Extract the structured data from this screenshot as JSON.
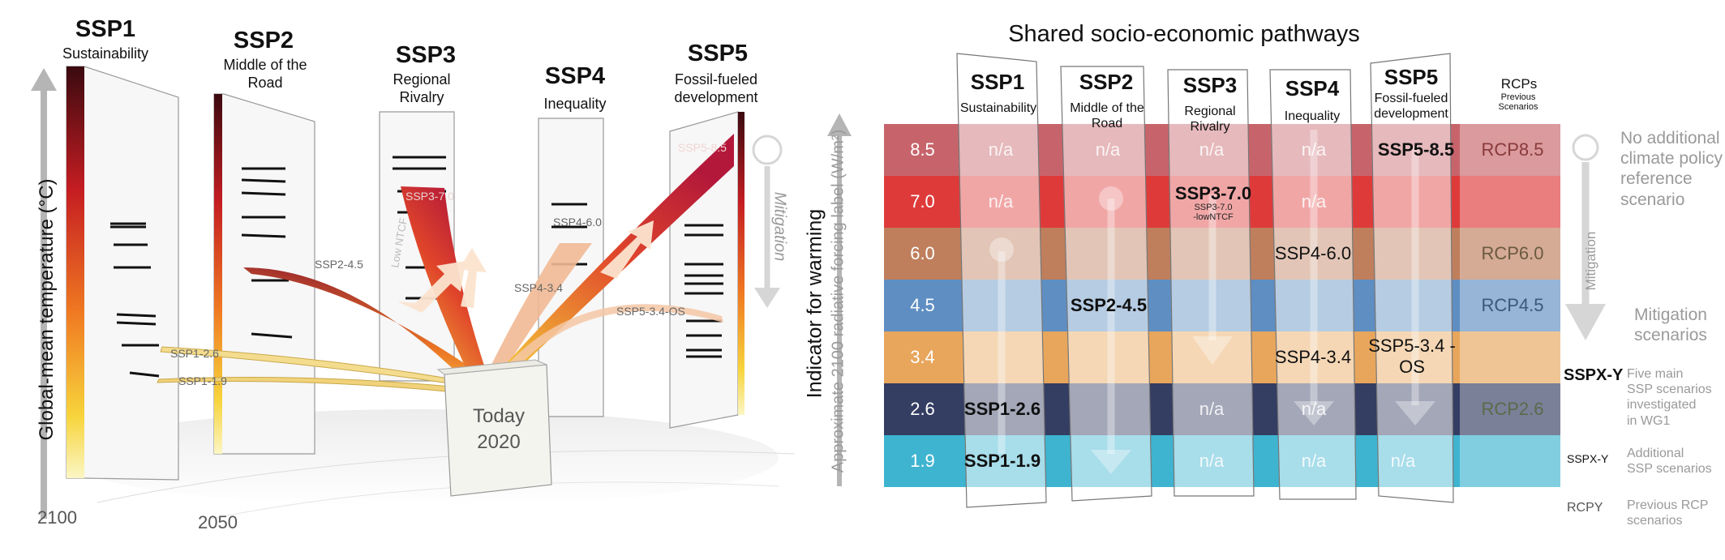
{
  "left": {
    "ssps": [
      {
        "id": "SSP1",
        "name": "Sustainability"
      },
      {
        "id": "SSP2",
        "name": "Middle of the Road"
      },
      {
        "id": "SSP3",
        "name": "Regional Rivalry"
      },
      {
        "id": "SSP4",
        "name": "Inequality"
      },
      {
        "id": "SSP5",
        "name": "Fossil-fueled development"
      }
    ],
    "y_axis_label": "Global-mean temperature (°C)",
    "year_2100": "2100",
    "year_2050": "2050",
    "today_line1": "Today",
    "today_line2": "2020",
    "mitigation_label": "Mitigation",
    "low_ntcf": "Low NTCF",
    "scenario_labels": {
      "ssp1_26": "SSP1-2.6",
      "ssp1_19": "SSP1-1.9",
      "ssp2_45": "SSP2-4.5",
      "ssp3_70": "SSP3-7.0",
      "ssp4_60": "SSP4-6.0",
      "ssp4_34": "SSP4-3.4",
      "ssp5_85": "SSP5-8.5",
      "ssp5_34os": "SSP5-3.4-OS"
    }
  },
  "right": {
    "title": "Shared socio-economic pathways",
    "y_axis_label": "Indicator for warming",
    "y_axis_sublabel": "Approximate 2100 radiative forcing label (W/m²)",
    "columns": [
      {
        "id": "SSP1",
        "name": "Sustainability"
      },
      {
        "id": "SSP2",
        "name": "Middle of the Road"
      },
      {
        "id": "SSP3",
        "name": "Regional Rivalry"
      },
      {
        "id": "SSP4",
        "name": "Inequality"
      },
      {
        "id": "SSP5",
        "name": "Fossil-fueled development"
      }
    ],
    "rcp_header": "RCPs",
    "rcp_subheader": "Previous Scenarios",
    "rows": [
      {
        "level": "8.5",
        "color": "#c7646b",
        "cells": [
          "n/a",
          "n/a",
          "n/a",
          "n/a",
          "SSP5-8.5"
        ],
        "rcp": "RCP8.5"
      },
      {
        "level": "7.0",
        "color": "#df3a3a",
        "cells": [
          "n/a",
          "",
          "SSP3-7.0",
          "n/a",
          ""
        ],
        "rcp": ""
      },
      {
        "level": "6.0",
        "color": "#bf7f5d",
        "cells": [
          "",
          "",
          "",
          "SSP4-6.0",
          ""
        ],
        "rcp": "RCP6.0"
      },
      {
        "level": "4.5",
        "color": "#5e8ec2",
        "cells": [
          "",
          "SSP2-4.5",
          "",
          "",
          ""
        ],
        "rcp": "RCP4.5"
      },
      {
        "level": "3.4",
        "color": "#e8a65c",
        "cells": [
          "",
          "",
          "",
          "SSP4-3.4",
          "SSP5-3.4 -OS"
        ],
        "rcp": ""
      },
      {
        "level": "2.6",
        "color": "#343d62",
        "cells": [
          "SSP1-2.6",
          "",
          "n/a",
          "n/a",
          ""
        ],
        "rcp": "RCP2.6"
      },
      {
        "level": "1.9",
        "color": "#3eb4d0",
        "cells": [
          "SSP1-1.9",
          "",
          "n/a",
          "n/a",
          "n/a"
        ],
        "rcp": ""
      }
    ],
    "ssp3_sub_line1": "SSP3-7.0",
    "ssp3_sub_line2": "-lowNTCF",
    "legend": {
      "no_add_line1": "No additional",
      "no_add_line2": "climate policy",
      "no_add_line3": "reference",
      "no_add_line4": "scenario",
      "mitigation_vertical": "Mitigation",
      "mit_scen_line1": "Mitigation",
      "mit_scen_line2": "scenarios",
      "main_key": "SSPX-Y",
      "main_line1": "Five main",
      "main_line2": "SSP scenarios",
      "main_line3": "investigated",
      "main_line4": "in WG1",
      "add_key": "SSPX-Y",
      "add_line1": "Additional",
      "add_line2": "SSP scenarios",
      "rcp_key": "RCPY",
      "rcp_line1": "Previous RCP",
      "rcp_line2": "scenarios"
    },
    "colors": {
      "accent_red": "#d8272d",
      "gray_text": "#9a9a9a"
    }
  }
}
